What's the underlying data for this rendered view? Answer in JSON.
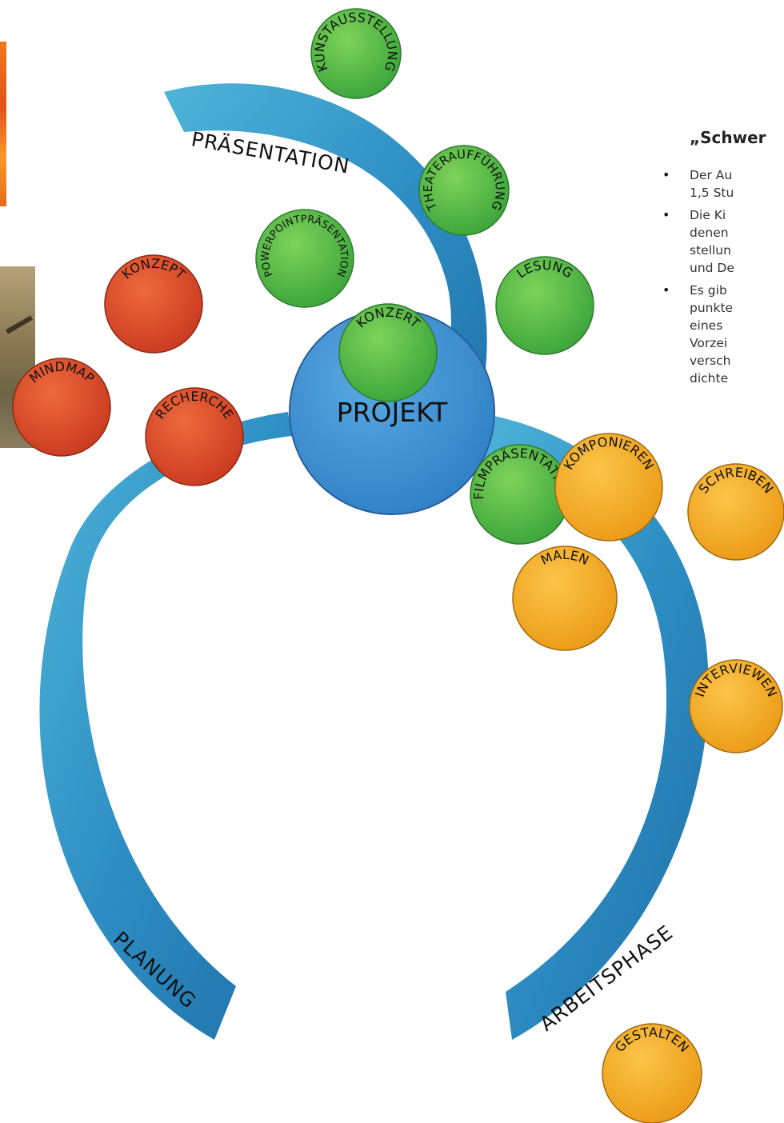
{
  "center": {
    "label": "PROJEKT"
  },
  "arcs": [
    {
      "id": "praesentation",
      "label": "PRÄSENTATION"
    },
    {
      "id": "planung",
      "label": "PLANUNG"
    },
    {
      "id": "arbeitsphase",
      "label": "ARBEITSPHASE"
    }
  ],
  "bubbles": {
    "green": [
      "KUNSTAUSSTELLUNG",
      "THEATERAUFFÜHRUNG",
      "POWERPOINTPRÄSENTATION",
      "LESUNG",
      "KONZERT",
      "FILMPRÄSENTATION"
    ],
    "red": [
      "KONZEPT",
      "MINDMAP",
      "RECHERCHE"
    ],
    "yellow": [
      "KOMPONIEREN",
      "SCHREIBEN",
      "MALEN",
      "INTERVIEWEN",
      "GESTALTEN"
    ]
  },
  "colors": {
    "green": "#4cb548",
    "red": "#d84a2a",
    "yellow": "#f4ad26",
    "blue": "#3a8fd0",
    "arc": "#2f8ec0"
  },
  "side": {
    "title": "„Schwer",
    "items": [
      [
        "Der Au",
        "1,5 Stu"
      ],
      [
        "Die Ki",
        "denen",
        "stellun",
        "und De"
      ],
      [
        "Es gib",
        "punkte",
        "eines",
        "Vorzei",
        "versch",
        "dichte"
      ]
    ]
  }
}
